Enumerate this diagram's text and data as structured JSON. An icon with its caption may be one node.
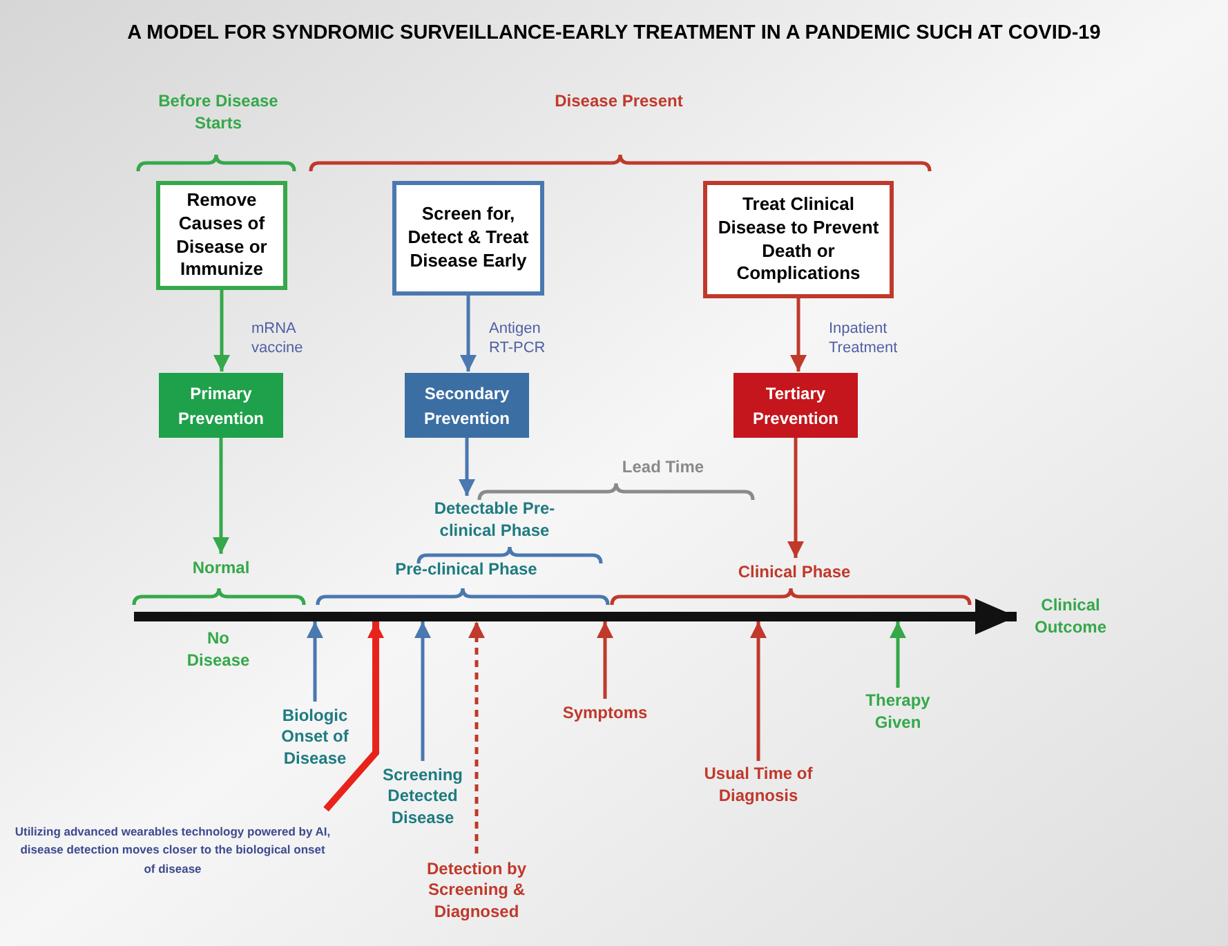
{
  "diagram": {
    "title": "A MODEL FOR SYNDROMIC SURVEILLANCE-EARLY TREATMENT IN A PANDEMIC SUCH AT COVID-19",
    "nodes": [
      {
        "text": [
          "Remove Causes of Disease or Immunize"
        ]
      },
      {
        "text": [
          "Screen for, Detect & Treat Disease Early"
        ]
      },
      {
        "text": [
          "Treat Clinical Disease to Prevent Death or Complications"
        ]
      },
      {
        "text": [
          "Primary Prevention"
        ]
      },
      {
        "text": [
          "Secondary Prevention"
        ]
      },
      {
        "text": [
          "Tertiary Prevention"
        ]
      },
      {
        "text": [
          "Normal"
        ]
      },
      {
        "text": [
          "Detectable Pre-clinical Phase"
        ]
      },
      {
        "text": [
          "Clinical Phase"
        ]
      },
      {
        "text": [
          "Biologic Onset of Disease"
        ]
      },
      {
        "text": [
          "Utilizing advanced wearables technology powered by AI, disease detection moves closer to the biological onset of disease"
        ]
      },
      {
        "text": [
          "Screening Detected Disease"
        ]
      },
      {
        "text": [
          "Detection by Screening & Diagnosed"
        ]
      },
      {
        "text": [
          "Symptoms"
        ]
      },
      {
        "text": [
          "Usual Time of Diagnosis"
        ]
      },
      {
        "text": [
          "Therapy Given"
        ]
      },
      {
        "text": [
          "Clinical Outcome"
        ]
      },
      {
        "text": [],
        "shape": "bar"
      }
    ],
    "edges": [
      {
        "from": 0,
        "to": 3,
        "arrow": "to",
        "label": "mRNA vaccine",
        "color": "#35a84a"
      },
      {
        "from": 3,
        "to": 6,
        "arrow": "to",
        "color": "#35a84a"
      },
      {
        "from": 1,
        "to": 4,
        "arrow": "to",
        "label": "Antigen RT-PCR",
        "color": "#4a78b0"
      },
      {
        "from": 4,
        "to": 7,
        "arrow": "to",
        "color": "#4a78b0"
      },
      {
        "from": 2,
        "to": 5,
        "arrow": "to",
        "label": "Inpatient Treatment"
      },
      {
        "from": 5,
        "to": 8,
        "arrow": "to"
      },
      {
        "from": 17,
        "to": 16,
        "arrow": "to",
        "style": "thick",
        "color": "#111111"
      },
      {
        "from": 9,
        "to": 17,
        "arrow": "to",
        "color": "#4a78b0"
      },
      {
        "from": 10,
        "to": 17,
        "arrow": "to",
        "style": "thick",
        "color": "#e8231c"
      },
      {
        "from": 11,
        "to": 17,
        "arrow": "to",
        "color": "#4a78b0"
      },
      {
        "from": 12,
        "to": 17,
        "arrow": "to",
        "style": "dashed"
      },
      {
        "from": 13,
        "to": 17,
        "arrow": "to"
      },
      {
        "from": 14,
        "to": 17,
        "arrow": "to"
      },
      {
        "from": 15,
        "to": 17,
        "arrow": "to",
        "color": "#35a84a"
      }
    ],
    "labels": [
      "Before Disease Starts",
      "Disease Present",
      "Lead Time",
      "Pre-clinical Phase",
      "No Disease"
    ]
  }
}
